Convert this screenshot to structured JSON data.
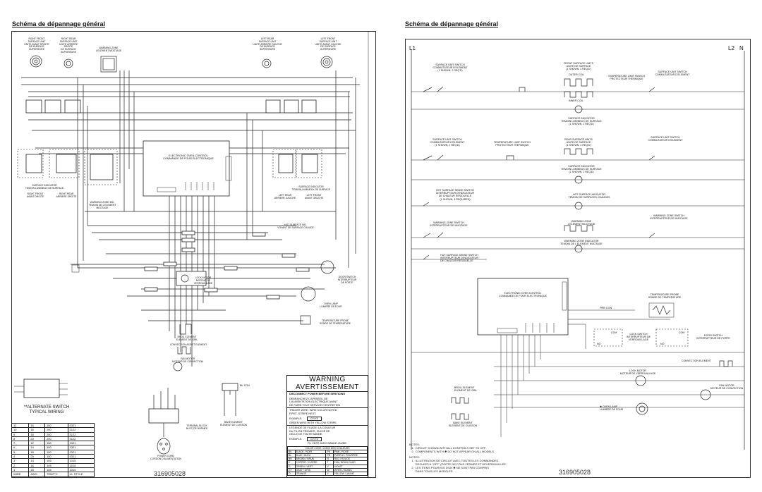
{
  "left_panel": {
    "title": "Schéma de dépannage général",
    "doc_number": "316905028",
    "top_labels": {
      "right_front": "RIGHT FRONT\nSURFACE UNIT\nUNITE AVANT DROITE\nDE SURFACE\nSUPERIEURE",
      "right_rear": "RIGHT REAR\nSURFACE UNIT\nUNITE ARRIERE DROITE\nDE SURFACE\nSUPERIEURE",
      "warming_zone": "WARMING ZONE\nL'ELEMENT MIJOTAGE",
      "left_rear": "LEFT REAR\nSURFACE UNIT\nUNITE ARRIERE GAUCHE\nDE SURFACE\nSUPERIEURE",
      "left_front": "LEFT FRONT\nSURFACE UNIT\nUNITE AVANT GAUCHE\nDE SURFACE\nSUPERIEURE"
    },
    "eoc": "ELECTRONIC OVEN CONTROL\nCOMMANDE DE FOUR ELECTRONIQUE",
    "surface_indicator": "SURFACE INDICATOR\nTEMOIN LUMINEUX DE SURFACE",
    "surface_indicator_right": "SURFACE INDICATOR\nTEMOIN LUMINEUX DE SURFACE",
    "warming_zone_ind": "WARMING ZONE IND.\nTEMOIN DE L'ELEMENT\nMIJOTAGE",
    "hot_surface_ind": "HOT SURFACE IND.\nVOYANT DE SURFACE CHAUDE",
    "lock_motor": "LOCK MOTOR\nMOTEUR DE\nVERROUILLAGE",
    "door_switch": "DOOR SWITCH\nINTERRUPTEUR\nDE PORTE",
    "oven_lamp": "OVEN LAMP\nLUMIERE DE FOUR",
    "temp_probe": "TEMPERATURE PROBE\nSONDE DE TEMPERATURE",
    "broil": "BROIL ELEMENT\nELEMENT DE GRIL",
    "convection_assist": "CONVECTION ASSIST ELEMENT",
    "fan_motor": "FAN MOTOR\nMOTEUR DE CONVECTION",
    "terminal_block": "TERMINAL BLOCK\nBLOC DE BORNES",
    "power_cord": "POWER CORD\nCORDON D'ALIMENTATION",
    "bake": "BAKE ELEMENT\nELEMENT DE CUISSON",
    "bk_con": "BK CON",
    "alt_switch": "**ALTERNATE SWITCH\nTYPICAL WIRING",
    "right_front_sw": "RIGHT FRONT\nAVANT DROITE",
    "right_rear_sw": "RIGHT REAR\nARRIERE DROITE",
    "left_rear_sw": "LEFT REAR\nARRIERE GAUCHE",
    "left_front_sw": "LEFT FRONT\nAVANT GAUCHE",
    "warning": {
      "title": "WARNING",
      "title_fr": "AVERTISSEMENT",
      "line1": "DISCONNECT POWER BEFORE SERVICING",
      "line2": "DEBRANCHEZ L'APPAREIL DE\nL'ALIMENTATION ELECTRIQUE AVANT\nDE FAIRE TOUT SERVICE D'ENTRETIEN",
      "tracer": "TRACER WIRE: WIRE COLOR NOTED\nFIRST, STRIPE NEXT.",
      "example_label": "EXAMPLE:",
      "example_code": "GY/YE",
      "green_wire": "GREEN WIRE WITH YELLOW STRIPE.",
      "legend_fr": "LEGENDE DE FILAGE: LA COULEUR\nDU FIL EN PREMIER, SUIVIE DE\nCELLE DE TOUTE BANDE.",
      "exemple_label": "EXEMPLE:",
      "exemple_code": "GY/YE",
      "fil_vert": "FIL VERT AVEC BANDE JAUNE.",
      "color_header": "COLOR CODE / CODE DES COULEURS",
      "colors": [
        [
          "BK",
          "BLACK / NOIR",
          "PK",
          "PINK / ROSE"
        ],
        [
          "BL",
          "BLUE / BLEU",
          "PR",
          "PURPLE / POURPRE"
        ],
        [
          "BR",
          "BROWN / BRUN",
          "R",
          "RED / ROUGE"
        ],
        [
          "C",
          "COPPER / CUIVRE",
          "T",
          "TAN / BRUN CLAIR"
        ],
        [
          "G",
          "GREEN / VERT",
          "V",
          "VIOLET"
        ],
        [
          "GY",
          "GRAY / GRIS",
          "W",
          "WHITE / BLANC"
        ],
        [
          "O",
          "ORANGE",
          "Y",
          "YELLOW / JAUNE"
        ]
      ]
    },
    "wire_table": {
      "header": [
        "WIRE",
        "AWG",
        "TEMP°C",
        "UL STYLE"
      ],
      "rows": [
        [
          "11",
          "16",
          "150",
          "3321"
        ],
        [
          "10",
          "16",
          "200",
          "3122"
        ],
        [
          "9",
          "18",
          "200",
          "3122"
        ],
        [
          "8",
          "20",
          "200",
          "3122"
        ],
        [
          "7",
          "12",
          "150",
          "3321"
        ],
        [
          "6",
          "14",
          "150",
          "3321"
        ],
        [
          "5",
          "18",
          "150",
          "3321"
        ],
        [
          "4",
          "20",
          "150",
          "3321"
        ],
        [
          "3",
          "14",
          "105",
          "1015"
        ],
        [
          "2",
          "16",
          "105",
          "1015"
        ],
        [
          "1",
          "18",
          "105",
          "1015"
        ]
      ]
    }
  },
  "right_panel": {
    "title": "Schéma de dépannage général",
    "doc_number": "316905028",
    "L1": "L1",
    "L2": "L2",
    "N": "N",
    "rows": {
      "sus1": "SURFACE UNIT SWITCH\nCOMMUTATEUR D'ELEMENT\n(1 SHOWN, 2 REQ'D)",
      "fsu": "FRONT SURFACE UNITS\nUNITE DE SURFACE\n(1 SHOWN, 2 REQ'D)",
      "outer_coil": "OUTER COIL",
      "inner_coil": "INNER COIL",
      "tls1": "TEMPERATURE LIMIT SWITCH\nPROTECTEUR THERMIQUE",
      "sus1r": "SURFACE UNIT SWITCH\nCOMMUTATEUR D'ELEMENT",
      "si1": "SURFACE INDICATOR\nTEMOIN LUMINEUX DE SURFACE\n(1 SHOWN, 2 REQ'D)",
      "sus2": "SURFACE UNIT SWITCH\nCOMMUTATEUR D'ELEMENT\n(1 SHOWN, 2 REQ'D)",
      "tls2": "TEMPERATURE LIMIT SWITCH\nPROTECTEUR THERMIQUE",
      "rsu": "REAR SURFACE UNITS\nUNITE DE SURFACE\n(1 SHOWN, 2 REQ'D)",
      "sus2r": "SURFACE UNIT SWITCH\nCOMMUTATEUR D'ELEMENT",
      "si2": "SURFACE INDICATOR\nTEMOIN LUMINEUX DE SURFACE\n(1 SHOWN, 2 REQ'D)",
      "hsss": "HOT SURFACE SENSE SWITCH\nINTERRUPTEUR D'INDICATEUR\nDE CHALEUR RESIDUELLE\n(1 SHOWN, 4 REQUIRED)",
      "hsi": "HOT SURFACE INDICATOR\nTEMOIN DE SURFACES CHAUDES",
      "wzs": "WARMING ZONE SWITCH\nINTERRUPTEUR DE MIJOTAGE",
      "wz": "WARMING ZONE\nL'ELEMENT MIJOTAGE",
      "wzs_r": "WARMING ZONE SWITCH\nINTERRUPTEUR DE MIJOTAGE",
      "wzi": "WARMING ZONE INDICATOR\nTEMOIN DE L'ELEMENT MIJOTAGE",
      "hsss2": "HOT SURFACE SENSE SWITCH\nINTERRUPTEUR D'INDICATEUR\nDE CHALEUR RESIDUELLE",
      "eoc": "ELECTRONIC OVEN CONTROL\nCOMMANDE DE FOUR ELECTRONIQUE",
      "temp_probe": "TEMPERATURE PROBE\nSONDE DE TEMPERATURE",
      "prb_con": "PRB CON",
      "lock_switch": "LOCK SWITCH\nINTERRUPTEUR DE\nVERROUILLAGE",
      "door_switch": "DOOR SWITCH\nINTERRUPTEUR DE PORTE",
      "com": "COM",
      "no": "NO",
      "convection": "CONVECTION ELEMENT",
      "lock_motor": "LOCK MOTOR\nMOTEUR DE VERROUILLAGE",
      "fan_motor": "FAN MOTOR\nMOTEUR DE CONVECTION",
      "broil": "BROIL ELEMENT\nELEMENT DE GRIL",
      "bake": "BAKE ELEMENT\nELEMENT DE CUISSON",
      "oven_lamp": "✱ OVEN LAMP\nLUMIERE DE FOUR"
    },
    "notes_1": "NOTES:\n   1.  CIRCUIT SHOWN WITH ALL CONTROLS SET TO OFF.\n   2.  COMPONENTS WITH ✱ DO NOT APPEAR ON ALL MODELS.",
    "notes_2": "NOTES:\n   1.  ILLUSTRATION DE CIRCUIT AVEC TOUTES LES COMMANDES\n        REGLEES A \"OFF\" (PORTE DE FOUR FERMEE ET DEVERROUILLEE.\n   2.  LES ITEMS POURVUS D'UN ✱ NE SONT PAS COMPRIS\n        DANS TOUS LES MODELES."
  }
}
